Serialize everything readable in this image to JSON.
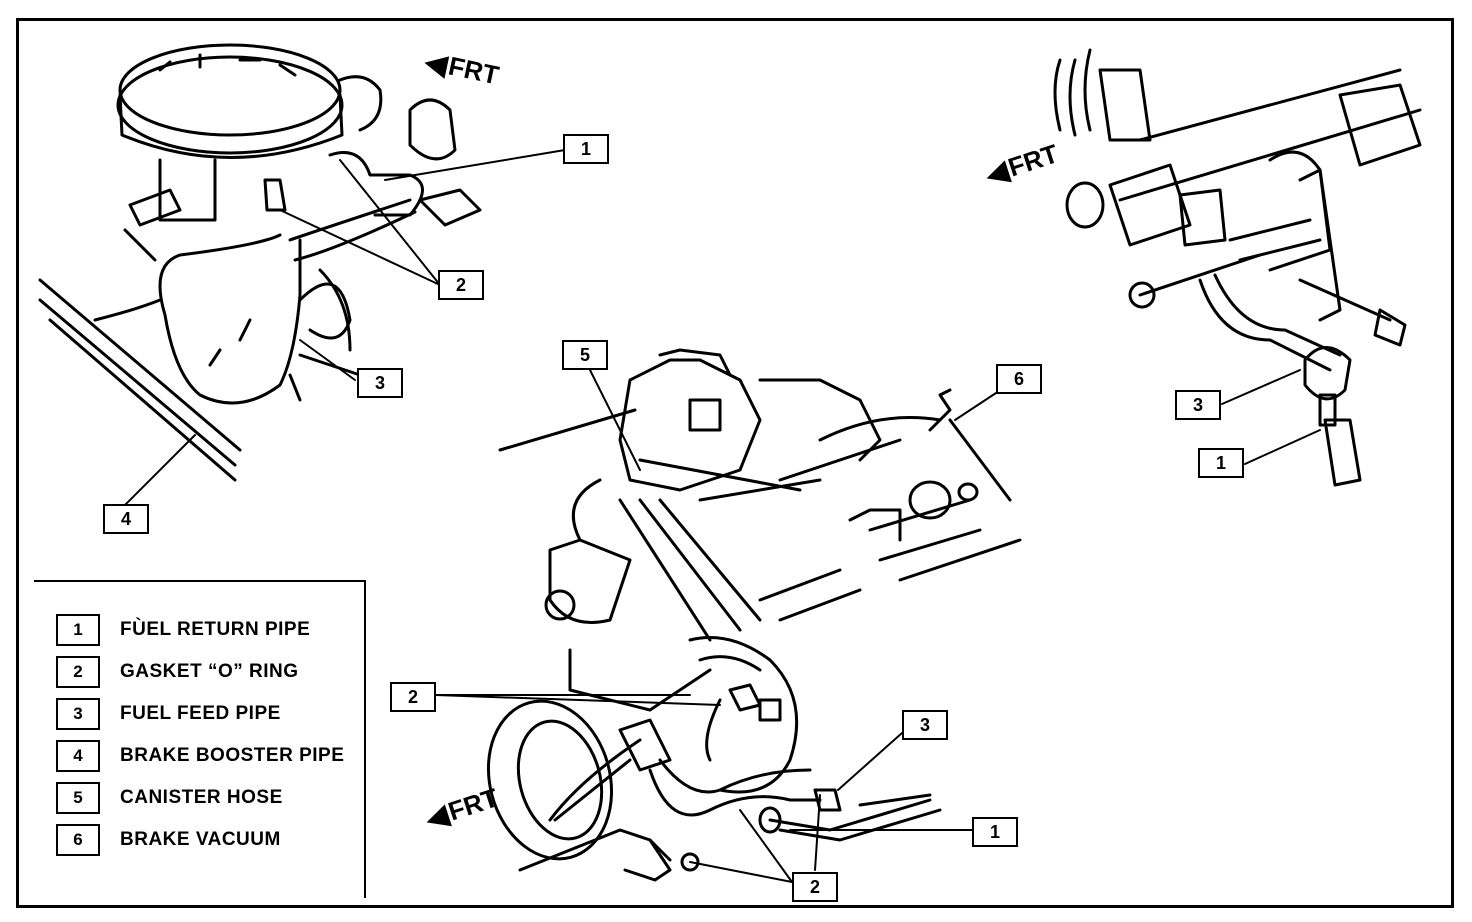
{
  "callouts": {
    "top_left": {
      "c1": "1",
      "c2": "2",
      "c3": "3",
      "c4": "4"
    },
    "center": {
      "c5": "5",
      "c6": "6"
    },
    "right": {
      "c3": "3",
      "c1": "1"
    },
    "bottom": {
      "c2a": "2",
      "c3": "3",
      "c1": "1",
      "c2b": "2"
    }
  },
  "frt_labels": {
    "top_left": "FRT",
    "right": "FRT",
    "bottom": "FRT"
  },
  "legend": {
    "items": [
      {
        "num": "1",
        "label": "FÙEL RETURN PIPE"
      },
      {
        "num": "2",
        "label": "GASKET “O” RING"
      },
      {
        "num": "3",
        "label": "FUEL FEED PIPE"
      },
      {
        "num": "4",
        "label": "BRAKE BOOSTER PIPE"
      },
      {
        "num": "5",
        "label": "CANISTER HOSE"
      },
      {
        "num": "6",
        "label": "BRAKE VACUUM"
      }
    ]
  },
  "colors": {
    "ink": "#000000",
    "paper": "#ffffff"
  },
  "icons": {
    "frt_arrow": "left-pointing-arrow-icon"
  }
}
